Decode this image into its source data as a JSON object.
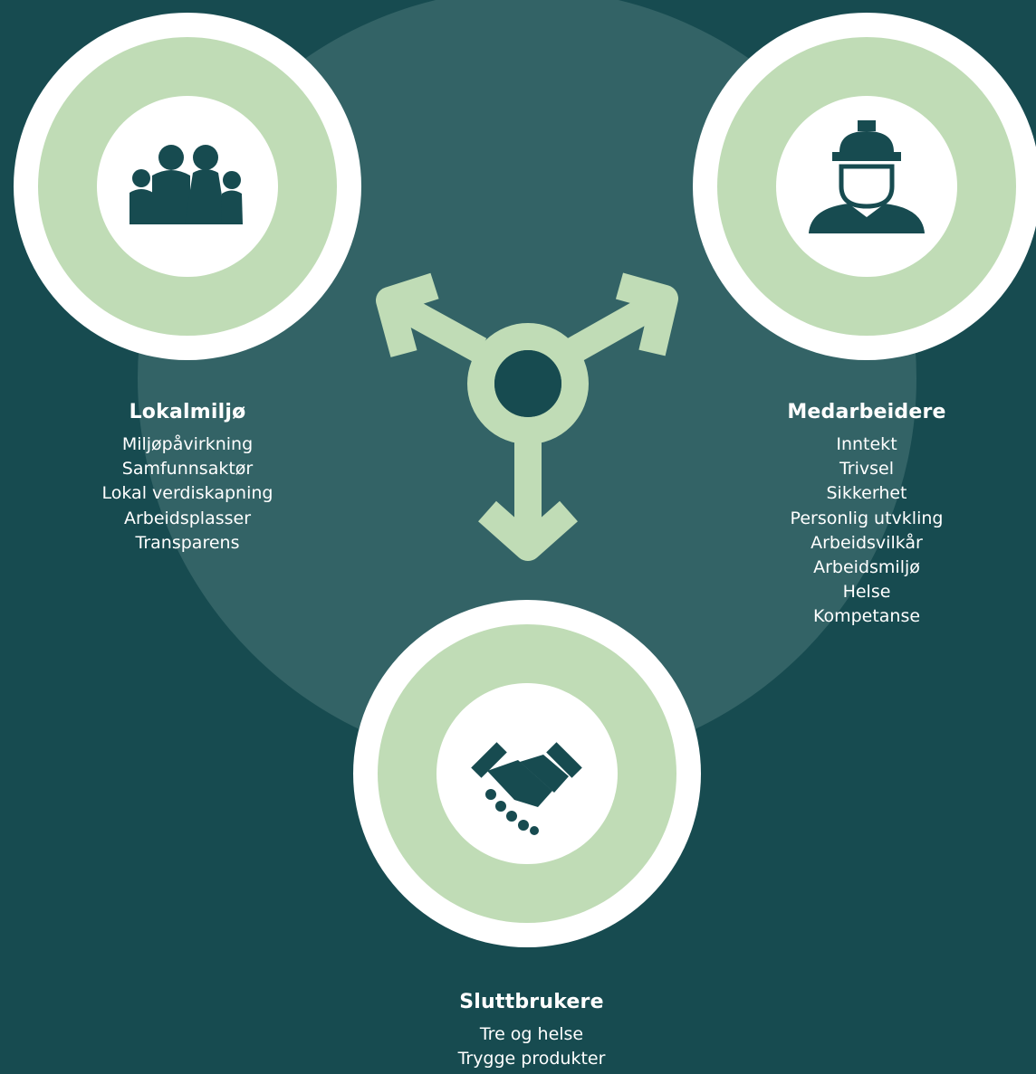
{
  "colors": {
    "background": "#174b50",
    "center_disc": "#336366",
    "ring_outer": "#ffffff",
    "ring_band": "#c0dcb6",
    "icon": "#174b50",
    "arrows": "#c0dcb6",
    "text": "#ffffff"
  },
  "groups": {
    "lokalmiljo": {
      "title": "Lokalmiljø",
      "icon": "family-icon",
      "items": [
        "Miljøpåvirkning",
        "Samfunnsaktør",
        "Lokal verdiskapning",
        "Arbeidsplasser",
        "Transparens"
      ]
    },
    "medarbeidere": {
      "title": "Medarbeidere",
      "icon": "worker-hardhat-icon",
      "items": [
        "Inntekt",
        "Trivsel",
        "Sikkerhet",
        "Personlig utvkling",
        "Arbeidsvilkår",
        "Arbeidsmiljø",
        "Helse",
        "Kompetanse"
      ]
    },
    "sluttbrukere": {
      "title": "Sluttbrukere",
      "icon": "handshake-icon",
      "items": [
        "Tre og helse",
        "Trygge produkter"
      ]
    }
  }
}
